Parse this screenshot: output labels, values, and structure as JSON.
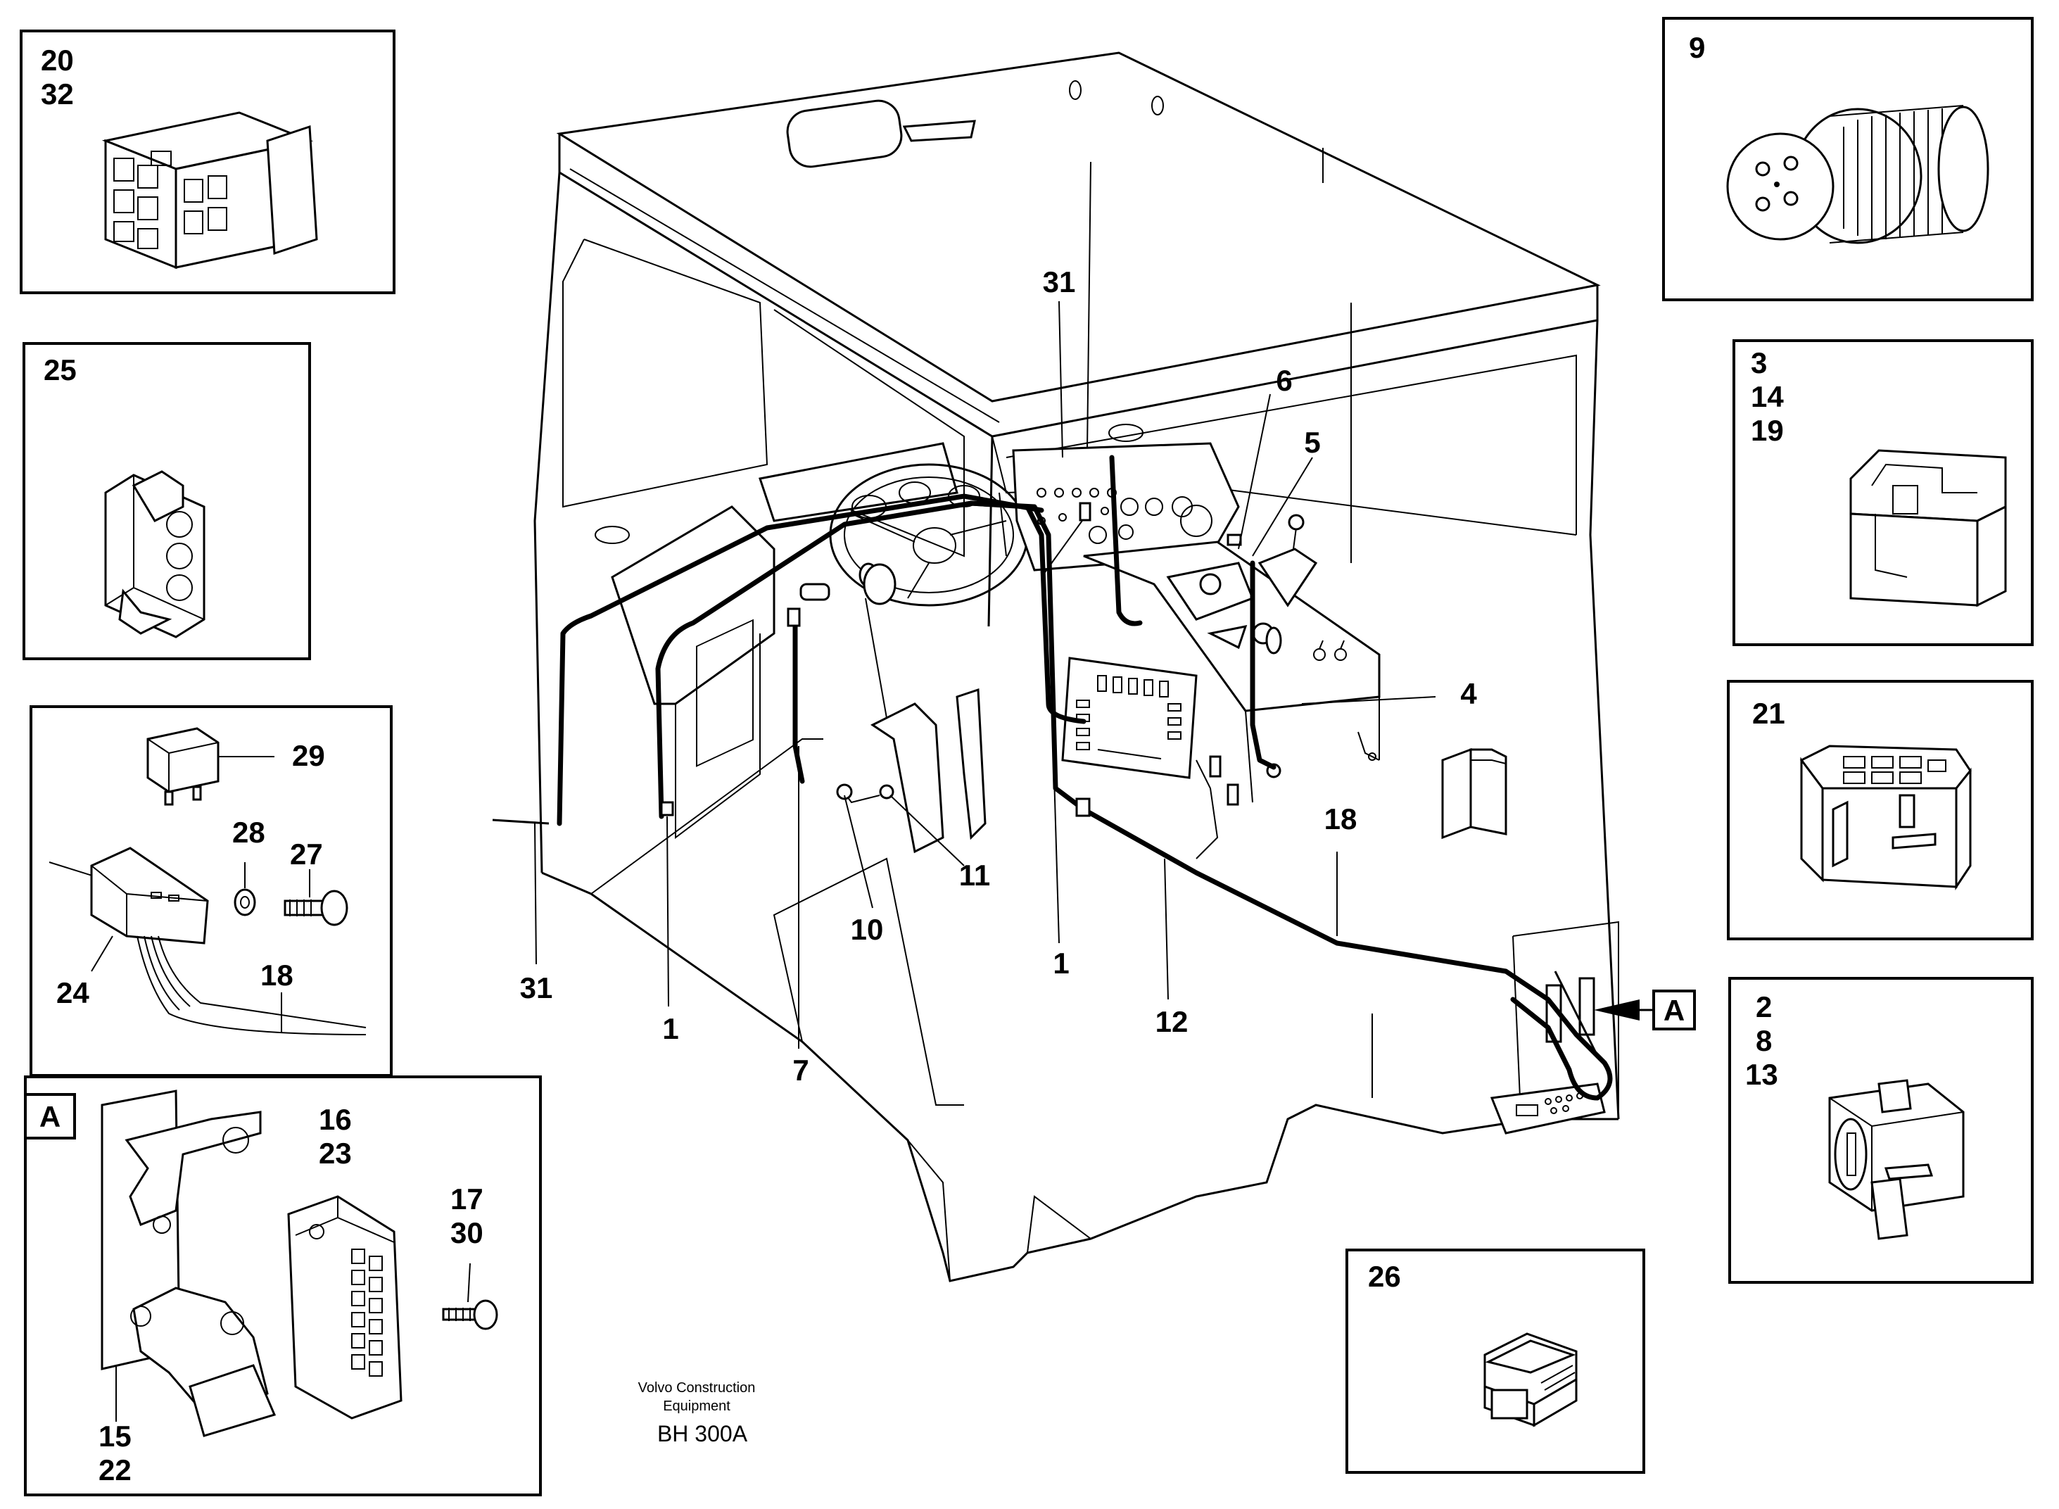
{
  "drawing": {
    "caption_line1": "Volvo Construction",
    "caption_line2": "Equipment",
    "code": "BH 300A"
  },
  "insets": {
    "connector_8pin": [
      "20",
      "32"
    ],
    "connector_3pin": [
      "25"
    ],
    "relay_mount": {
      "relay": "29",
      "washer": "28",
      "screw": "27",
      "bracket": "24",
      "cable": "18"
    },
    "view_a": {
      "marker": "A",
      "bracket": [
        "15",
        "22"
      ],
      "fusebox": [
        "16",
        "23"
      ],
      "screw": [
        "17",
        "30"
      ]
    },
    "round_connector": [
      "9"
    ],
    "connector_a": [
      "3",
      "14",
      "19"
    ],
    "connector_b": [
      "21"
    ],
    "connector_c": [
      "2",
      "8",
      "13"
    ],
    "connector_small": [
      "26"
    ]
  },
  "callouts": {
    "c31_top": "31",
    "c6": "6",
    "c5": "5",
    "c4": "4",
    "c18": "18",
    "c11": "11",
    "c10": "10",
    "c1_mid": "1",
    "c12": "12",
    "c31_bottom": "31",
    "c1_left": "1",
    "c7": "7",
    "marker_a": "A"
  }
}
